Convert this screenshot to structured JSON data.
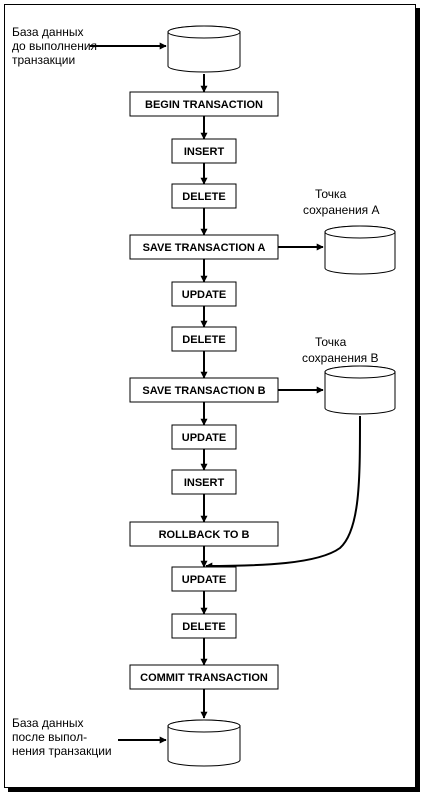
{
  "labels": {
    "db_before": [
      "База данных",
      "до выполнения",
      "транзакции"
    ],
    "savepoint_a": [
      "Точка",
      "сохранения A"
    ],
    "savepoint_b": [
      "Точка",
      "сохранения B"
    ],
    "db_after": [
      "База данных",
      "после выпол-",
      "нения транзакции"
    ]
  },
  "steps": [
    "BEGIN TRANSACTION",
    "INSERT",
    "DELETE",
    "SAVE TRANSACTION A",
    "UPDATE",
    "DELETE",
    "SAVE TRANSACTION B",
    "UPDATE",
    "INSERT",
    "ROLLBACK TO B",
    "UPDATE",
    "DELETE",
    "COMMIT TRANSACTION"
  ]
}
